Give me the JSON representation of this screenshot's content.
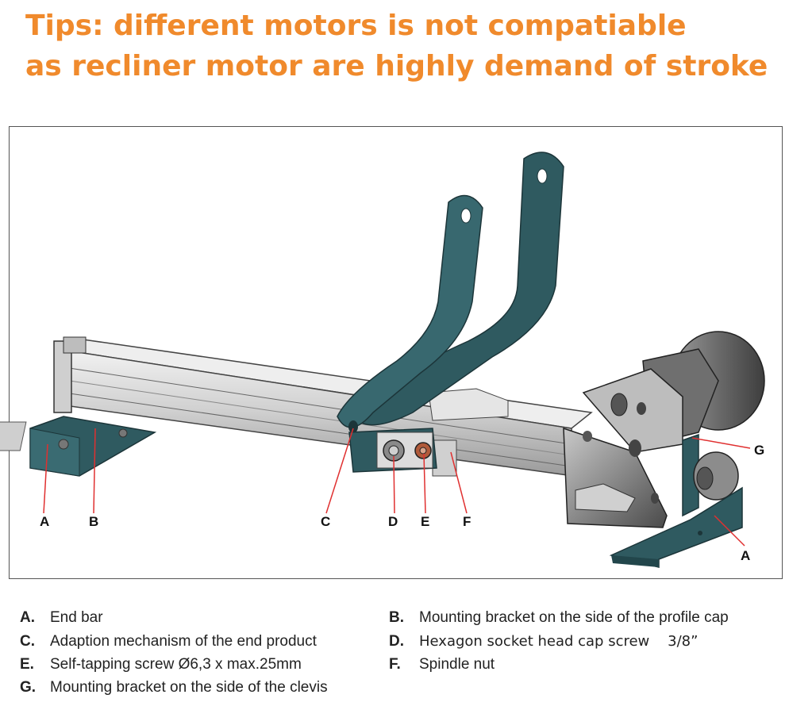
{
  "title": {
    "line1": "Tips: different motors is not compatiable",
    "line2": "as recliner motor are highly demand of stroke"
  },
  "callouts": {
    "A_left": "A",
    "B": "B",
    "C": "C",
    "D": "D",
    "E": "E",
    "F": "F",
    "G": "G",
    "A_right": "A"
  },
  "legend": [
    {
      "key": "A.",
      "text": "End bar"
    },
    {
      "key": "B.",
      "text": "Mounting bracket on the side of the profile cap"
    },
    {
      "key": "C.",
      "text": "Adaption mechanism of the end product"
    },
    {
      "key": "D.",
      "text": "Hexagon socket head cap screw    3/8”"
    },
    {
      "key": "E.",
      "text": "Self-tapping screw Ø6,3 x max.25mm"
    },
    {
      "key": "F.",
      "text": "Spindle nut"
    },
    {
      "key": "G.",
      "text": "Mounting bracket on the side of the clevis"
    }
  ],
  "colors": {
    "title": "#f08a2c",
    "bracket": "#2f5a60",
    "rail": "#d9d9d9",
    "motor": "#8a8a8a",
    "leader": "#e03030"
  }
}
